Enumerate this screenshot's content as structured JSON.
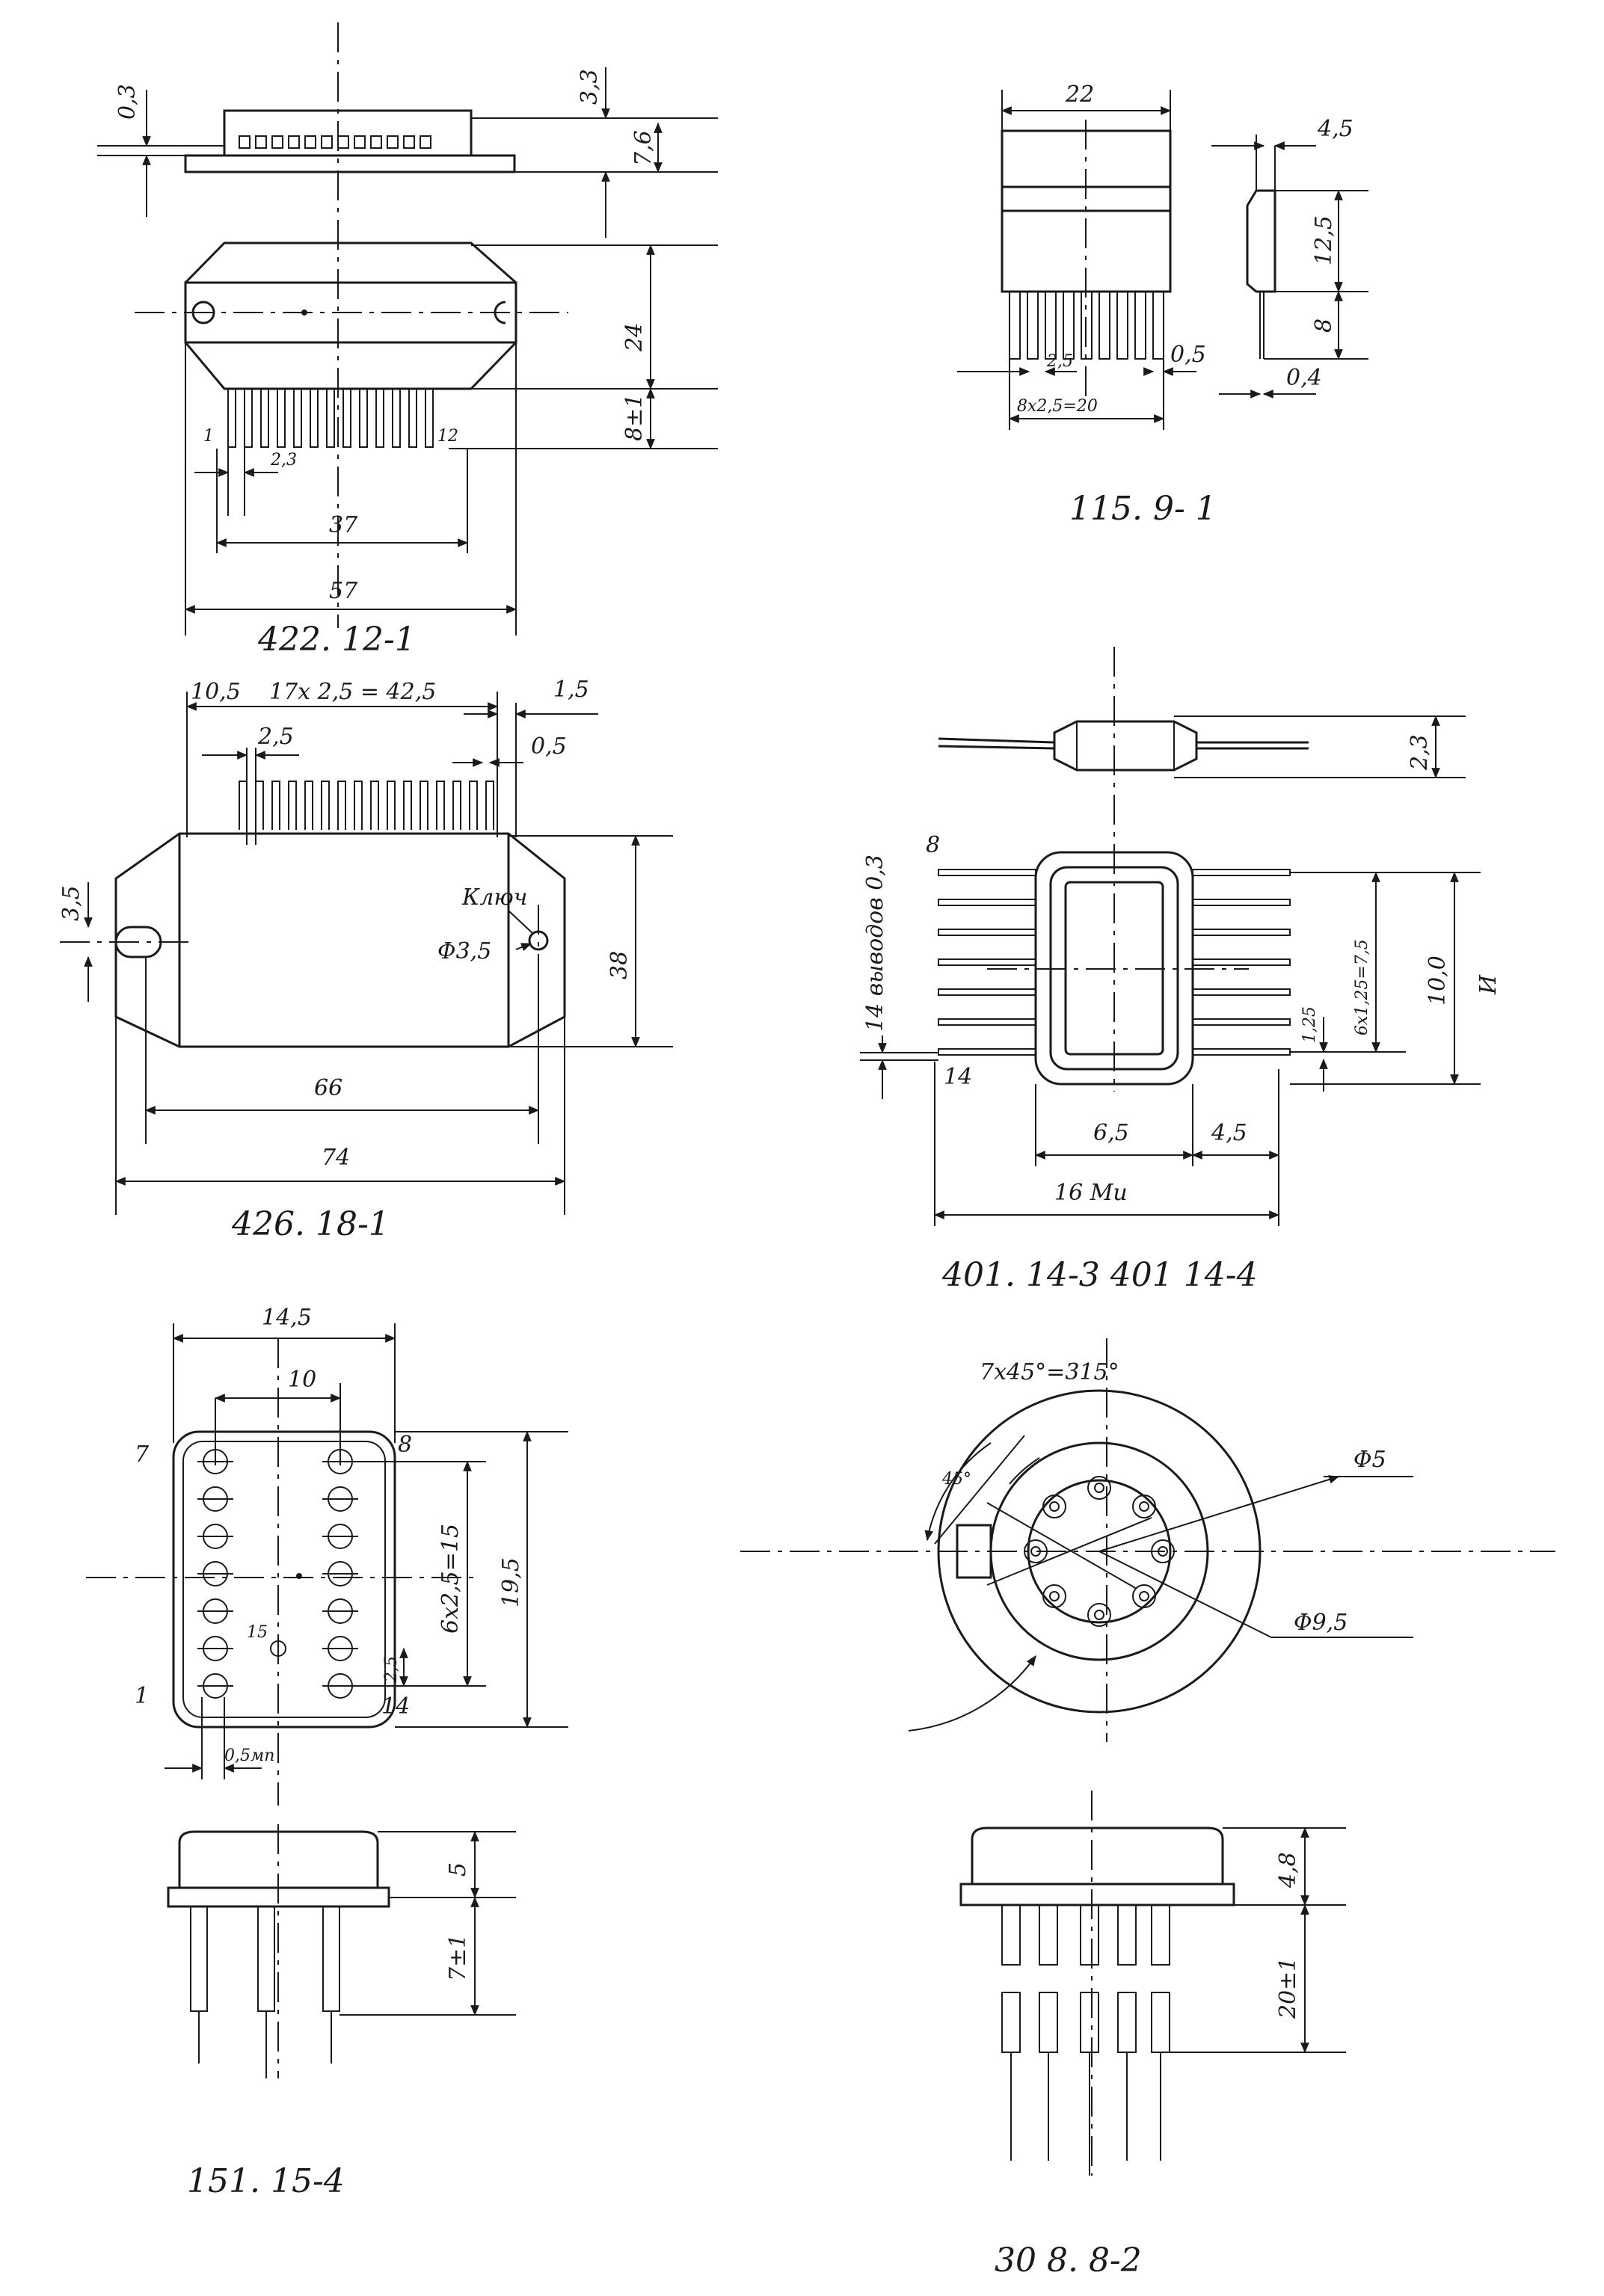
{
  "packages": {
    "p422": {
      "caption": "422. 12-1",
      "dims": {
        "d0_3": "0,3",
        "d3_3": "3,3",
        "d7_6": "7,6",
        "d24": "24",
        "d8": "8±1",
        "d2_3": "2,3",
        "d37": "37",
        "d57": "57"
      },
      "pins": {
        "first": "1",
        "last": "12"
      }
    },
    "p115": {
      "caption": "115. 9- 1",
      "dims": {
        "d22": "22",
        "d4_5": "4,5",
        "d12_5": "12,5",
        "d8": "8",
        "d2_5": "2,5",
        "d0_5": "0,5",
        "d0_4": "0,4",
        "pitch": "8x2,5=20"
      }
    },
    "p426": {
      "caption": "426. 18-1",
      "dims": {
        "d10_5": "10,5",
        "pitch": "17x 2,5 = 42,5",
        "d1_5": "1,5",
        "d2_5": "2,5",
        "d0_5": "0,5",
        "d3_5": "3,5",
        "key": "Ключ",
        "hole": "Φ3,5",
        "d38": "38",
        "d66": "66",
        "d74": "74"
      }
    },
    "p401": {
      "caption": "401. 14-3  401  14-4",
      "dims": {
        "d2_3": "2,3",
        "leads": "14 выводов 0,3",
        "d8": "8",
        "d14": "14",
        "pitch": "6x1,25=7,5",
        "d1_25": "1,25",
        "d10": "10,0",
        "d6_5": "6,5",
        "d4_5": "4,5",
        "d16": "16 Ми",
        "mark": "И"
      }
    },
    "p151": {
      "caption": "151. 15-4",
      "dims": {
        "d14_5": "14,5",
        "d10": "10",
        "pitch": "6x2,5=15",
        "d19_5": "19,5",
        "d2_5": "2,5",
        "d0_5": "0,5мп",
        "d15": "15",
        "d5": "5",
        "d7": "7±1"
      },
      "pins": {
        "p7": "7",
        "p8": "8",
        "p1": "1",
        "p14": "14"
      }
    },
    "p308": {
      "caption": "30 8. 8-2",
      "dims": {
        "angle": "7x45°=315°",
        "a45": "45°",
        "phi5": "Φ5",
        "phi9_5": "Φ9,5",
        "d4_8": "4,8",
        "d20": "20±1"
      }
    }
  }
}
